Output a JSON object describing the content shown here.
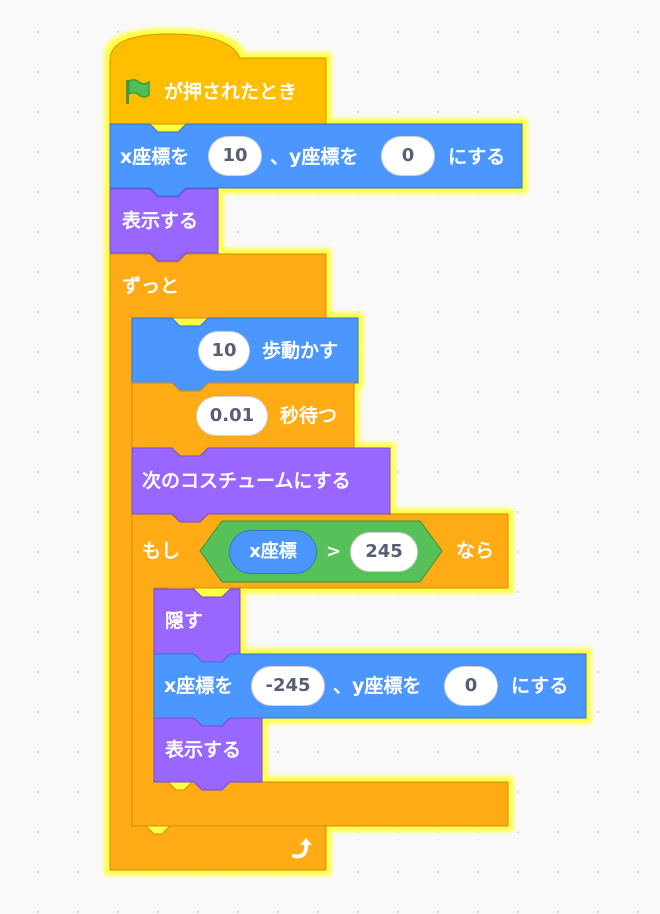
{
  "colors": {
    "events": "#FFBF00",
    "motion": "#4C97FF",
    "looks": "#9966FF",
    "control": "#FFAB19",
    "operators": "#59C059",
    "glow": "#FFFF40"
  },
  "script": {
    "hat": {
      "icon": "green-flag-icon",
      "label": "が押されたとき"
    },
    "goto_1": {
      "x_label": "x座標を",
      "x_value": "10",
      "sep": "、y座標を",
      "y_value": "0",
      "suffix": "にする"
    },
    "show_1": {
      "label": "表示する"
    },
    "forever": {
      "label": "ずっと",
      "loop_icon": "loop-arrow-icon"
    },
    "move": {
      "value": "10",
      "label": "歩動かす"
    },
    "wait": {
      "value": "0.01",
      "label": "秒待つ"
    },
    "next_costume": {
      "label": "次のコスチュームにする"
    },
    "if_block": {
      "if_label": "もし",
      "reporter": "x座標",
      "operator": ">",
      "compare_value": "245",
      "then_label": "なら"
    },
    "hide": {
      "label": "隠す"
    },
    "goto_2": {
      "x_label": "x座標を",
      "x_value": "-245",
      "sep": "、y座標を",
      "y_value": "0",
      "suffix": "にする"
    },
    "show_2": {
      "label": "表示する"
    }
  }
}
